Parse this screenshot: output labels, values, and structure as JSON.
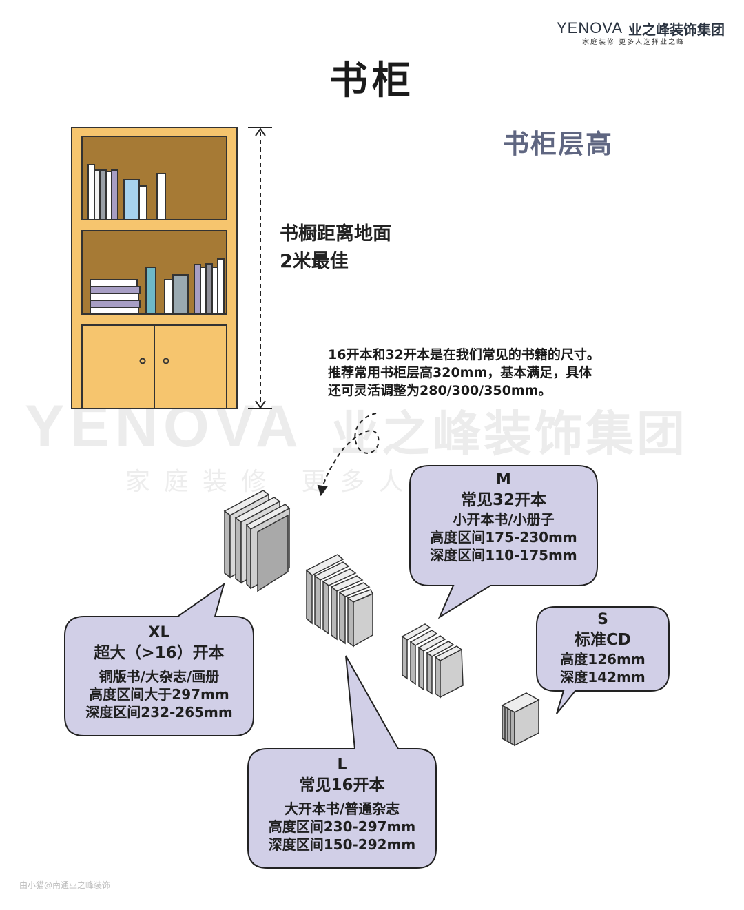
{
  "brand": {
    "en": "YENOVA",
    "cn": "业之峰装饰集团",
    "slogan": "家庭装修   更多人选择业之峰"
  },
  "title": "书柜",
  "subtitle": "书柜层高",
  "cabinet_note": [
    "书橱距离地面",
    "2米最佳"
  ],
  "description": [
    "16开本和32开本是在我们常见的书籍的尺寸。",
    "推荐常用书柜层高320mm，基本满足，具体",
    "还可灵活调整为280/300/350mm。"
  ],
  "watermark": {
    "en": "YENOVA",
    "cn": "业之峰装饰集团",
    "sub": "家庭装修 更多人选择业之峰"
  },
  "bubbles": {
    "xl": {
      "size": "XL",
      "name": "超大（>16）开本",
      "lines": [
        "铜版书/大杂志/画册",
        "高度区间大于297mm",
        "深度区间232-265mm"
      ]
    },
    "l": {
      "size": "L",
      "name": "常见16开本",
      "lines": [
        "大开本书/普通杂志",
        "高度区间230-297mm",
        "深度区间150-292mm"
      ]
    },
    "m": {
      "size": "M",
      "name": "常见32开本",
      "lines": [
        "小开本书/小册子",
        "高度区间175-230mm",
        "深度区间110-175mm"
      ]
    },
    "s": {
      "size": "S",
      "name": "标准CD",
      "lines": [
        "高度126mm",
        "深度142mm"
      ]
    }
  },
  "credit": "由小猫@南通业之峰装饰",
  "colors": {
    "cabinet": "#f6c56e",
    "cabinet_inner": "#a67a35",
    "bubble": "#d1cfe7",
    "subtitle": "#5f6681"
  }
}
